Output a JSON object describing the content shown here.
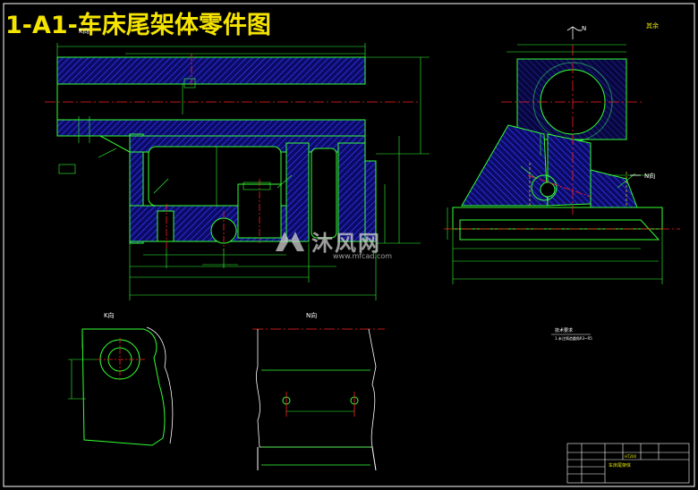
{
  "drawing": {
    "title": "1-A1-车床尾架体零件图",
    "view_k": "K向",
    "view_n": "N向",
    "marker_k_top": "K向",
    "marker_n_top": "N",
    "marker_n_side": "N向",
    "roughness_mark": "其余"
  },
  "watermark": {
    "brand": "沐风网",
    "url": "www.mfcad.com"
  },
  "notes": {
    "tech_title": "技术要求",
    "tech_line": "1.未注铸造圆角R3~R5"
  },
  "title_block": {
    "part_name": "车床尾架体",
    "material": "HT200"
  },
  "colors": {
    "title": "#f5e400",
    "outline": "#ffffff",
    "dimension": "#33ff33",
    "hatch": "#3333ff",
    "centerline": "#ff2020",
    "hidden": "#ffff00",
    "frame": "#ffffff"
  }
}
